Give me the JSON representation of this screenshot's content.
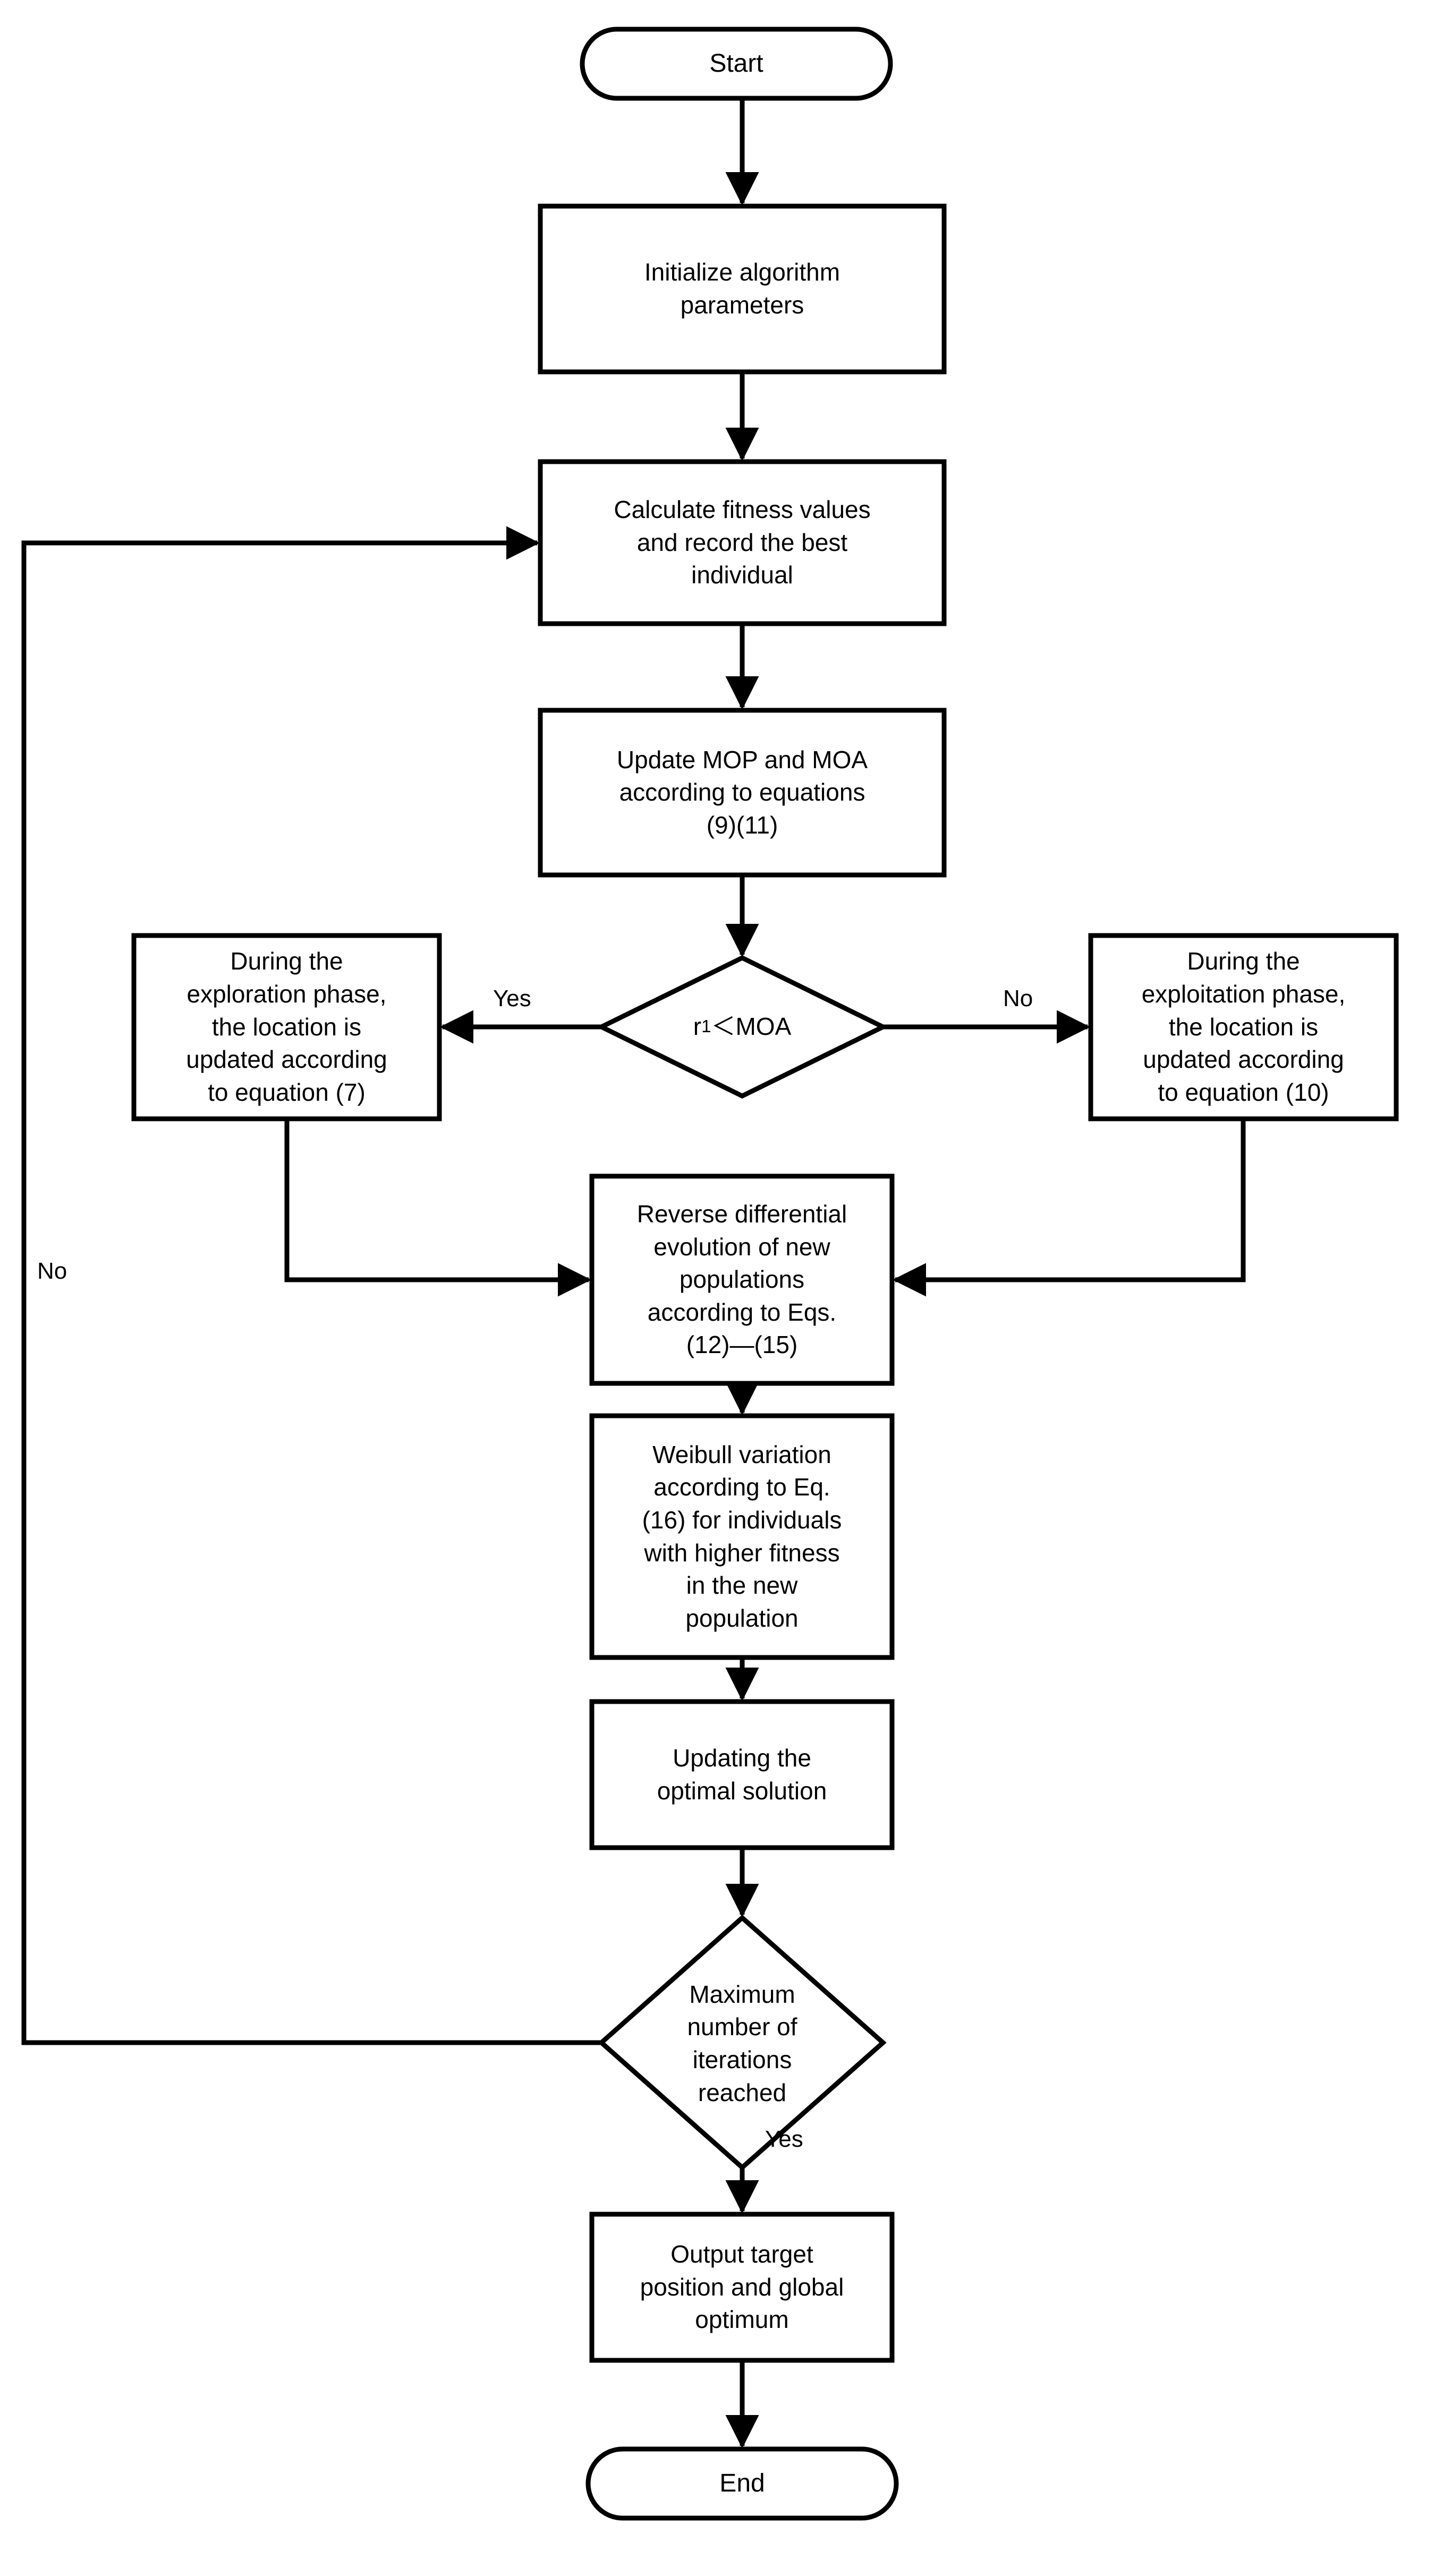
{
  "diagram": {
    "title": "Improved Arithmetic Optimization Algorithm Flowchart",
    "type": "flowchart",
    "stroke_color": "#000000",
    "fill_color": "#ffffff",
    "background": "#ffffff"
  },
  "nodes": {
    "start": {
      "label": "Start",
      "shape": "terminal"
    },
    "init": {
      "label": "Initialize algorithm\nparameters",
      "shape": "process"
    },
    "fitness": {
      "label": "Calculate fitness values\nand record the best\nindividual",
      "shape": "process"
    },
    "update_mop_moa": {
      "label": "Update MOP and MOA\naccording to equations\n(9)(11)",
      "shape": "process"
    },
    "decision_moa": {
      "label_prefix": "r",
      "label_subscript": "1",
      "label_suffix": "＜MOA",
      "label": "r1＜MOA",
      "shape": "decision"
    },
    "exploration": {
      "label": "During the\nexploration phase,\nthe location is\nupdated according\nto equation (7)",
      "shape": "process"
    },
    "exploitation": {
      "label": "During the\nexploitation phase,\nthe location is\nupdated according\nto equation (10)",
      "shape": "process"
    },
    "reverse_de": {
      "label": "Reverse differential\nevolution of new\npopulations\naccording to Eqs.\n(12)—(15)",
      "shape": "process"
    },
    "weibull": {
      "label": "Weibull variation\naccording to Eq.\n(16) for individuals\nwith higher fitness\nin the new\npopulation",
      "shape": "process"
    },
    "update_optimal": {
      "label": "Updating the\noptimal solution",
      "shape": "process"
    },
    "decision_max_iter": {
      "label": "Maximum\nnumber of\niterations\nreached",
      "shape": "decision"
    },
    "output": {
      "label": "Output target\nposition and global\noptimum",
      "shape": "process"
    },
    "end": {
      "label": "End",
      "shape": "terminal"
    }
  },
  "edge_labels": {
    "moa_yes": "Yes",
    "moa_no": "No",
    "loop_no": "No",
    "maxiter_yes": "Yes"
  },
  "edges": [
    {
      "from": "start",
      "to": "init",
      "label": ""
    },
    {
      "from": "init",
      "to": "fitness",
      "label": ""
    },
    {
      "from": "fitness",
      "to": "update_mop_moa",
      "label": ""
    },
    {
      "from": "update_mop_moa",
      "to": "decision_moa",
      "label": ""
    },
    {
      "from": "decision_moa",
      "to": "exploration",
      "label": "Yes"
    },
    {
      "from": "decision_moa",
      "to": "exploitation",
      "label": "No"
    },
    {
      "from": "exploration",
      "to": "reverse_de",
      "label": ""
    },
    {
      "from": "exploitation",
      "to": "reverse_de",
      "label": ""
    },
    {
      "from": "reverse_de",
      "to": "weibull",
      "label": ""
    },
    {
      "from": "weibull",
      "to": "update_optimal",
      "label": ""
    },
    {
      "from": "update_optimal",
      "to": "decision_max_iter",
      "label": ""
    },
    {
      "from": "decision_max_iter",
      "to": "fitness",
      "label": "No"
    },
    {
      "from": "decision_max_iter",
      "to": "output",
      "label": "Yes"
    },
    {
      "from": "output",
      "to": "end",
      "label": ""
    }
  ]
}
